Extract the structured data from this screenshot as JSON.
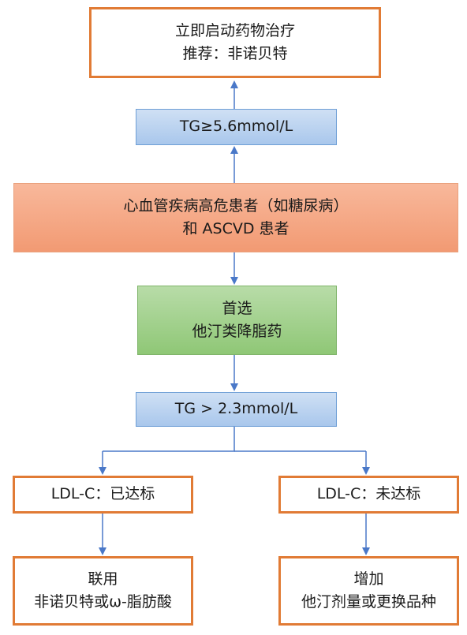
{
  "colors": {
    "orange_border": "#e17b35",
    "blue_fill": "#a9c7ec",
    "salmon_fill": "#f29a73",
    "green_fill": "#8fc776",
    "arrow": "#4a78c8"
  },
  "nodes": {
    "treat_now": {
      "line1": "立即启动药物治疗",
      "line2": "推荐：非诺贝特"
    },
    "tg_high": {
      "line1": "TG≥5.6mmol/L"
    },
    "patients": {
      "line1": "心血管疾病高危患者（如糖尿病）",
      "line2": "和 ASCVD 患者"
    },
    "statin": {
      "line1": "首选",
      "line2": "他汀类降脂药"
    },
    "tg_mid": {
      "line1": "TG > 2.3mmol/L"
    },
    "ldl_met": {
      "line1": "LDL-C：已达标"
    },
    "ldl_unmet": {
      "line1": "LDL-C：未达标"
    },
    "combo": {
      "line1": "联用",
      "line2": "非诺贝特或ω-脂肪酸"
    },
    "increase": {
      "line1": "增加",
      "line2": "他汀剂量或更换品种"
    }
  }
}
